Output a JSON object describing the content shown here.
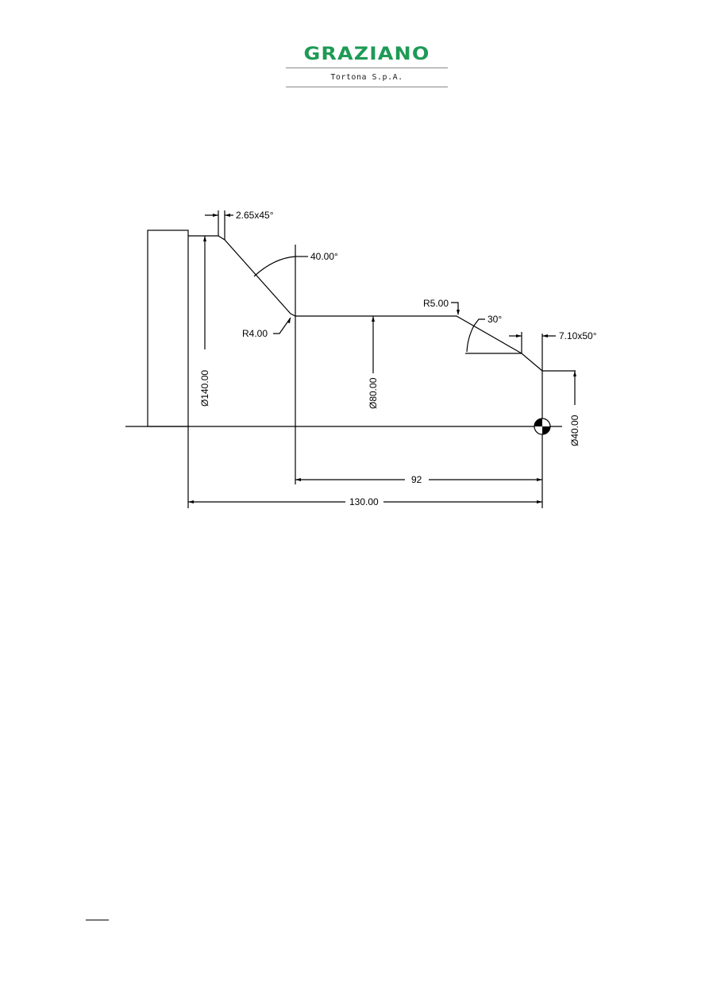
{
  "header": {
    "company": "GRAZIANO",
    "subtitle": "Tortona S.p.A.",
    "brand_color": "#1e9a55"
  },
  "drawing": {
    "labels": {
      "chamfer_top": "2.65x45°",
      "angle_40": "40.00°",
      "radius_4": "R4.00",
      "radius_5": "R5.00",
      "angle_30": "30°",
      "chamfer_end": "7.10x50°",
      "dia_140": "Ø140.00",
      "dia_80": "Ø80.00",
      "dia_40": "Ø40.00",
      "length_92": "92",
      "length_130": "130.00"
    }
  }
}
